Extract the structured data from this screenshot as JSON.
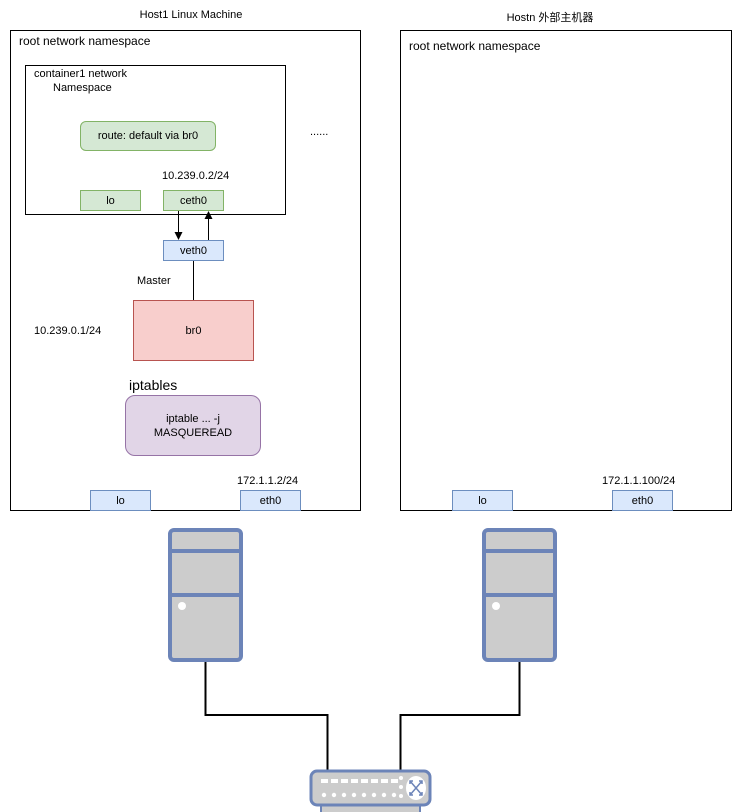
{
  "hosts": [
    {
      "title": "Host1 Linux Machine",
      "root_ns_label": "root network namespace",
      "container_ns": {
        "label_line1": "container1 network",
        "label_line2": "Namespace",
        "route_label": "route: default via br0",
        "ceth_ip": "10.239.0.2/24",
        "interfaces": [
          "lo",
          "ceth0"
        ]
      },
      "ellipsis": "......",
      "veth_label": "veth0",
      "master_label": "Master",
      "bridge": {
        "label": "br0",
        "ip": "10.239.0.1/24"
      },
      "iptables": {
        "heading": "iptables",
        "rule_line1": "iptable ... -j",
        "rule_line2": "MASQUEREAD"
      },
      "eth_ip": "172.1.1.2/24",
      "interfaces": [
        "lo",
        "eth0"
      ]
    },
    {
      "title": "Hostn 外部主机器",
      "root_ns_label": "root network namespace",
      "eth_ip": "172.1.1.100/24",
      "interfaces": [
        "lo",
        "eth0"
      ]
    }
  ],
  "icons": {
    "server": "server-tower-icon",
    "switch": "network-switch-icon"
  },
  "colors": {
    "green_fill": "#d5e8d4",
    "green_stroke": "#82b366",
    "blue_fill": "#dae8fc",
    "blue_stroke": "#6c8ebf",
    "red_fill": "#f8cecc",
    "red_stroke": "#b85450",
    "purple_fill": "#e1d5e7",
    "purple_stroke": "#9673a6",
    "device_fill": "#cccccc",
    "device_stroke": "#6c84b8"
  }
}
